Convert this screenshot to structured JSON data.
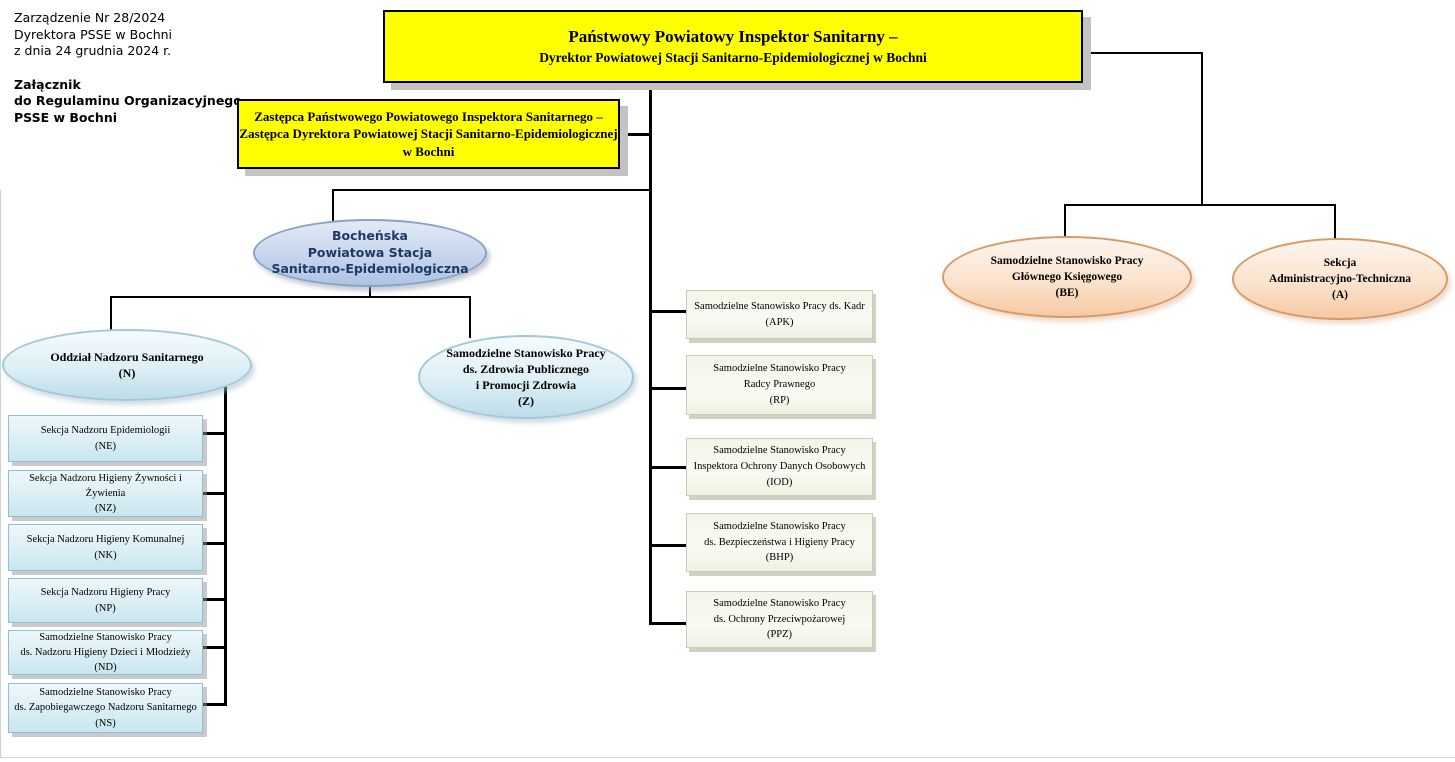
{
  "annotation": {
    "order": [
      "Zarządzenie Nr 28/2024",
      "Dyrektora PSSE w Bochni",
      "z dnia 24 grudnia 2024 r."
    ],
    "attachment": [
      "Załącznik",
      "do Regulaminu Organizacyjnego",
      "PSSE w Bochni"
    ]
  },
  "org": {
    "inspector": {
      "lines": [
        "Państwowy Powiatowy Inspektor Sanitarny –",
        "Dyrektor Powiatowej Stacji Sanitarno-Epidemiologicznej w Bochni"
      ]
    },
    "deputy": {
      "lines": [
        "Zastępca Państwowego Powiatowego Inspektora Sanitarnego –",
        "Zastępca Dyrektora Powiatowej Stacji Sanitarno-Epidemiologicznej",
        "w Bochni"
      ]
    },
    "station": {
      "lines": [
        "Bocheńska",
        "Powiatowa Stacja",
        "Sanitarno-Epidemiologiczna"
      ]
    },
    "oddzial": {
      "lines": [
        "Oddział Nadzoru Sanitarnego",
        "(N)"
      ]
    },
    "zdrowie": {
      "lines": [
        "Samodzielne Stanowisko Pracy",
        "ds. Zdrowia Publicznego",
        "i Promocji Zdrowia",
        "(Z)"
      ]
    },
    "ksiegowy": {
      "lines": [
        "Samodzielne Stanowisko Pracy",
        "Głównego Księgowego",
        "(BE)"
      ]
    },
    "administracja": {
      "lines": [
        "Sekcja",
        "Administracyjno-Techniczna",
        "(A)"
      ]
    },
    "left_boxes": [
      {
        "code": "NE",
        "lines": [
          "Sekcja Nadzoru Epidemiologii",
          "(NE)"
        ]
      },
      {
        "code": "NZ",
        "lines": [
          "Sekcja Nadzoru Higieny Żywności i Żywienia",
          "(NZ)"
        ]
      },
      {
        "code": "NK",
        "lines": [
          "Sekcja Nadzoru Higieny Komunalnej",
          "(NK)"
        ]
      },
      {
        "code": "NP",
        "lines": [
          "Sekcja Nadzoru Higieny Pracy",
          "(NP)"
        ]
      },
      {
        "code": "ND",
        "lines": [
          "Samodzielne Stanowisko Pracy",
          "ds. Nadzoru Higieny Dzieci i Młodzieży",
          "(ND)"
        ]
      },
      {
        "code": "NS",
        "lines": [
          "Samodzielne Stanowisko Pracy",
          "ds. Zapobiegawczego Nadzoru Sanitarnego",
          "(NS)"
        ]
      }
    ],
    "middle_boxes": [
      {
        "code": "APK",
        "lines": [
          "Samodzielne Stanowisko Pracy ds. Kadr",
          "(APK)"
        ]
      },
      {
        "code": "RP",
        "lines": [
          "Samodzielne Stanowisko Pracy",
          "Radcy Prawnego",
          "(RP)"
        ]
      },
      {
        "code": "IOD",
        "lines": [
          "Samodzielne Stanowisko Pracy",
          "Inspektora Ochrony Danych Osobowych",
          "(IOD)"
        ]
      },
      {
        "code": "BHP",
        "lines": [
          "Samodzielne Stanowisko Pracy",
          "ds. Bezpieczeństwa i Higieny Pracy",
          "(BHP)"
        ]
      },
      {
        "code": "PPZ",
        "lines": [
          "Samodzielne Stanowisko Pracy",
          "ds. Ochrony Przeciwpożarowej",
          "(PPZ)"
        ]
      }
    ]
  },
  "colors": {
    "leadership_yellow": "#ffff00",
    "station_blue_fill": "#ccd9ee",
    "station_blue_border": "#8aa2c8",
    "station_text_navy": "#1f3864",
    "cyan_fill": "#ddeff6",
    "cyan_border": "#a3c9d9",
    "orange_fill": "#fbe3cd",
    "orange_border": "#d99a66",
    "left_box_fill": "#ddeff5",
    "left_box_border": "#8fbfd2",
    "middle_box_fill": "#f2f5e8",
    "middle_box_border": "#c8cdb8",
    "connector": "#000000",
    "shadow": "#c3c3c3"
  }
}
